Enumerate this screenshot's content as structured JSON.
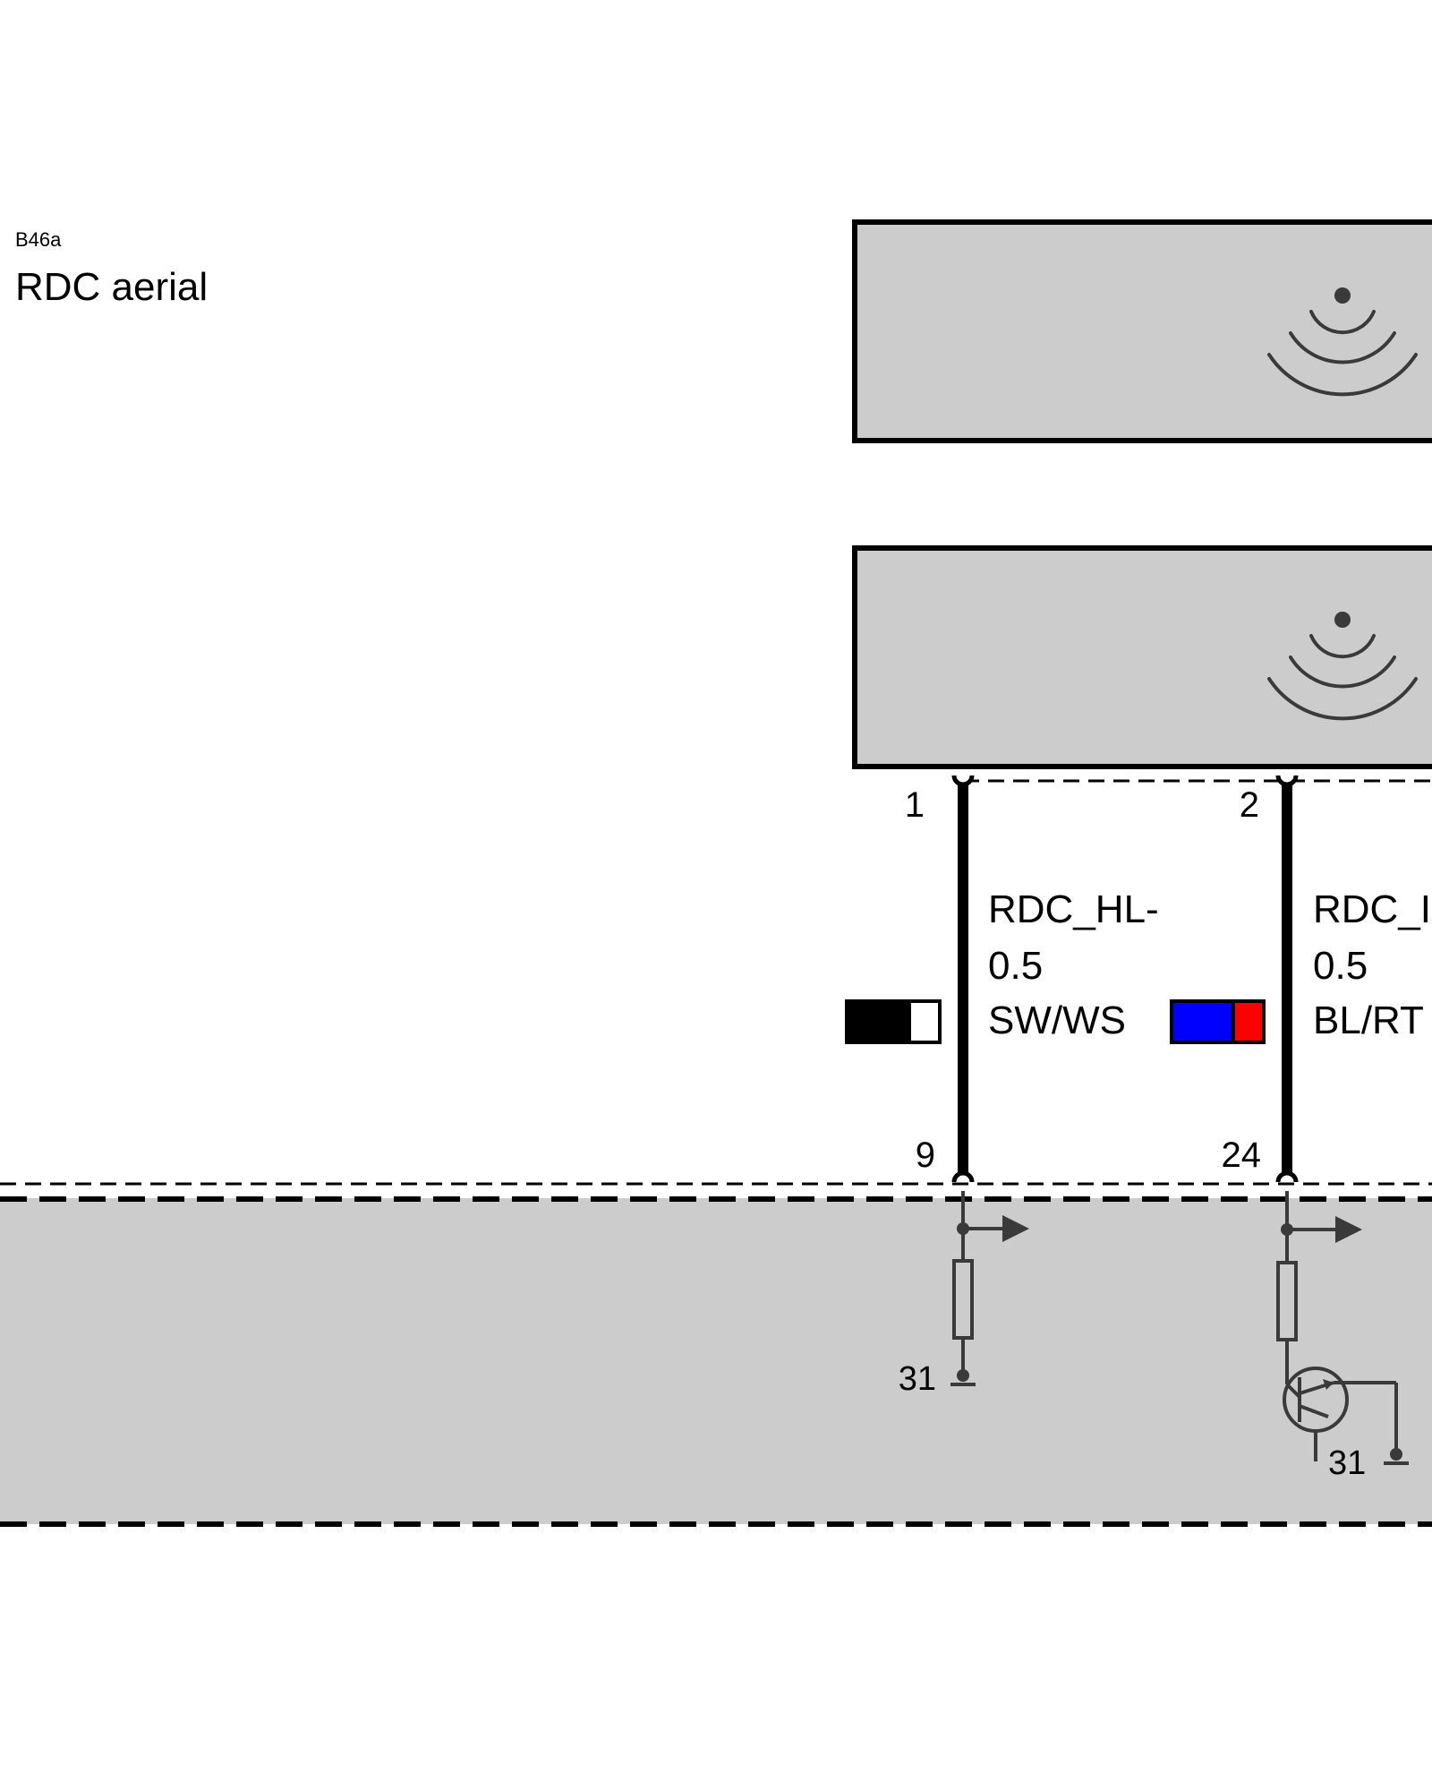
{
  "component": {
    "code": "B46a",
    "name": "RDC aerial"
  },
  "wires": [
    {
      "top_pin": "1",
      "bottom_pin": "9",
      "signal": "RDC_HL-",
      "gauge": "0.5",
      "color_code": "SW/WS",
      "swatch_main": "#000000",
      "swatch_stripe": "#ffffff"
    },
    {
      "top_pin": "2",
      "bottom_pin": "24",
      "signal": "RDC_I",
      "gauge": "0.5",
      "color_code": "BL/RT",
      "swatch_main": "#0000ff",
      "swatch_stripe": "#ff0000"
    }
  ],
  "ground_labels": {
    "left": "31",
    "right": "31"
  },
  "colors": {
    "box_fill": "#cccccc",
    "line": "#000000",
    "symbol": "#3a3a3a"
  }
}
